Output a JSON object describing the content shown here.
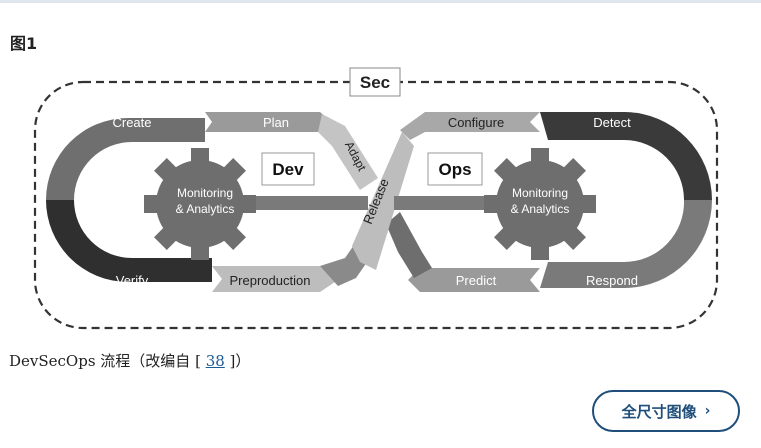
{
  "figure": {
    "label": "图1",
    "diagram": {
      "frame_label": "Sec",
      "dev_label": "Dev",
      "ops_label": "Ops",
      "monitoring_left": [
        "Monitoring",
        "& Analytics"
      ],
      "monitoring_right": [
        "Monitoring",
        "& Analytics"
      ],
      "stages": {
        "create": "Create",
        "plan": "Plan",
        "adapt": "Adapt",
        "release": "Release",
        "configure": "Configure",
        "detect": "Detect",
        "verify": "Verify",
        "preproduction": "Preproduction",
        "predict": "Predict",
        "respond": "Respond"
      }
    },
    "caption_prefix": "DevSecOps 流程（改编自 [ ",
    "caption_ref": "38",
    "caption_suffix": " ]）",
    "full_size_label": "全尺寸图像"
  }
}
